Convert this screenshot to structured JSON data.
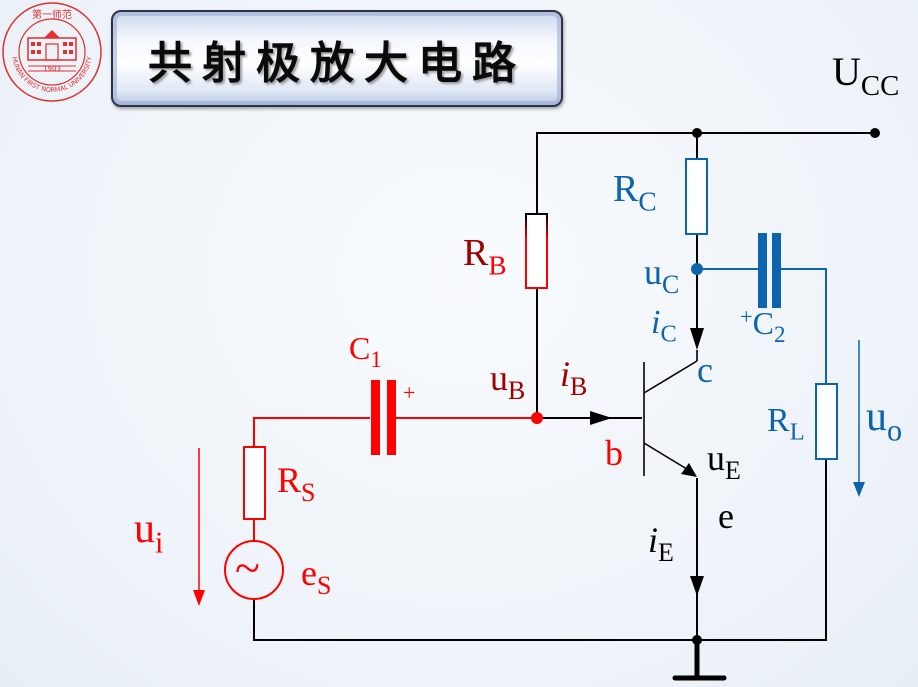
{
  "header": {
    "logo": {
      "icon": "university-seal-icon",
      "top_text": "第一师范",
      "ring_text": "HUNAN FIRST NORMAL UNIVERSITY",
      "year": "1903"
    },
    "title": "共射极放大电路"
  },
  "colors": {
    "input_side": "#ff0000",
    "base_label": "#a00000",
    "output_side": "#0b64ad",
    "wire": "#000000"
  },
  "labels": {
    "ucc": {
      "main": "U",
      "sub": "CC"
    },
    "rc": {
      "main": "R",
      "sub": "C"
    },
    "uc": {
      "main": "u",
      "sub": "C"
    },
    "ic": {
      "main": "i",
      "sub": "C"
    },
    "c2": {
      "plus": "+",
      "main": "C",
      "sub": "2"
    },
    "rb": {
      "main": "R",
      "sub": "B"
    },
    "c1": {
      "main": "C",
      "sub": "1",
      "plus": "+"
    },
    "ub": {
      "main": "u",
      "sub": "B"
    },
    "ib": {
      "main": "i",
      "sub": "B"
    },
    "collector": "c",
    "base": "b",
    "ue": {
      "main": "u",
      "sub": "E"
    },
    "emitter": "e",
    "ie": {
      "main": "i",
      "sub": "E"
    },
    "rl": {
      "main": "R",
      "sub": "L"
    },
    "uo": {
      "main": "u",
      "sub": "o"
    },
    "rs": {
      "main": "R",
      "sub": "S"
    },
    "ui": {
      "main": "u",
      "sub": "i"
    },
    "es": {
      "main": "e",
      "sub": "S"
    },
    "source_symbol": "~"
  }
}
